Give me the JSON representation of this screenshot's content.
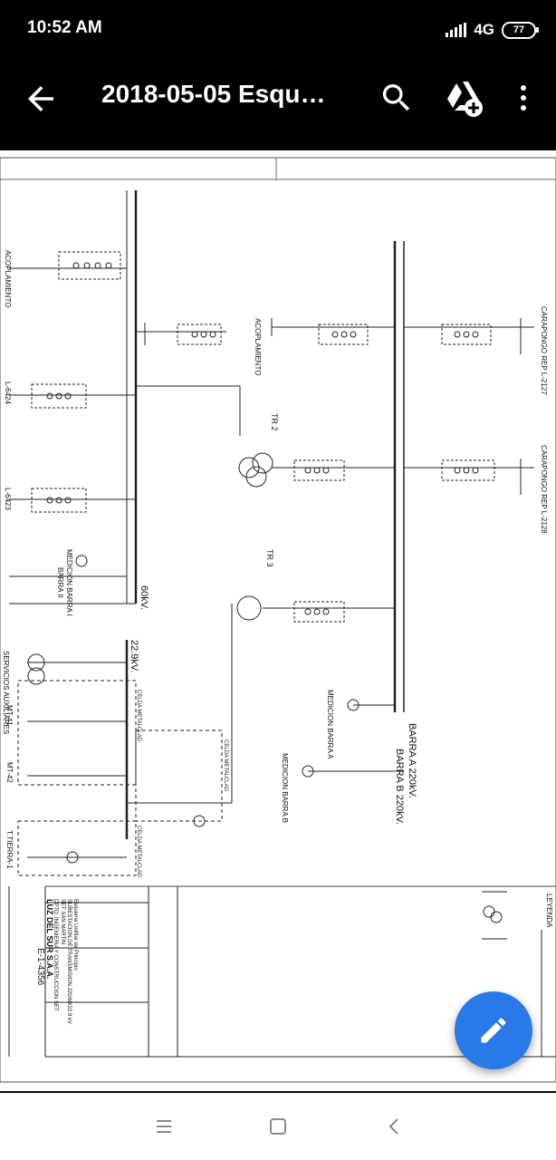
{
  "status_bar": {
    "time": "10:52 AM",
    "network": "4G",
    "battery": "77"
  },
  "app_bar": {
    "title": "2018-05-05 Esqu…",
    "back_icon": "arrow-back-icon",
    "search_icon": "search-icon",
    "drive_icon": "add-to-drive-icon",
    "menu_icon": "more-vert-icon"
  },
  "schematic": {
    "labels": {
      "acoplamiento_left": "ACOPLAMIENTO",
      "l6424": "L-6424",
      "l6423": "L-6423",
      "medicion_barra_i": "MEDICION BARRA I",
      "barra_ii": "BARRA II",
      "v60": "60kV.",
      "v229": "22.9kV.",
      "servicios_auxiliares": "SERVICIOS AUXILIARES",
      "celda_metalclad_1": "CELDA METALCLAD",
      "celda_metalclad_2": "CELDA METALCLAD",
      "celda_metalclad_3": "CELDA METALCLAD",
      "mt41": "MT-41",
      "mt42": "MT-42",
      "tb_label": "T.TIERRA-1",
      "tr2": "TR 2",
      "tr3": "TR 3",
      "acoplamiento_mid": "ACOPLAMIENTO",
      "carapongo_l2127": "CARAPONGO REP L-2127",
      "carapongo_l2128": "CARAPONGO REP L-2128",
      "medicion_barra_a": "MEDICION BARRA A",
      "medicion_barra_b": "MEDICION BARRA B",
      "barra_a_220": "BARRA A 220kV.",
      "barra_b_220": "BARRA B 220kV.",
      "leyenda": "LEYENDA"
    },
    "title_block": {
      "company": "LUZ DEL SUR S.A.A.",
      "department": "DPTO. INGENIERIA Y CONSTRUCCION SET",
      "project": "SET SAN MARTIN",
      "subtitle": "SUBESTACION DE TRANSMISION 220/60/22.9 kV",
      "drawing_name": "Esquema Unifilar de Principio",
      "drawing_number": "E-1-4356"
    }
  },
  "nav_bar": {
    "recents_icon": "recents-menu-icon",
    "home_icon": "home-square-icon",
    "back_icon": "nav-back-icon"
  },
  "fab": {
    "icon": "pencil-edit-icon"
  },
  "colors": {
    "accent": "#2979e8",
    "chrome": "#000000",
    "paper": "#ffffff"
  }
}
